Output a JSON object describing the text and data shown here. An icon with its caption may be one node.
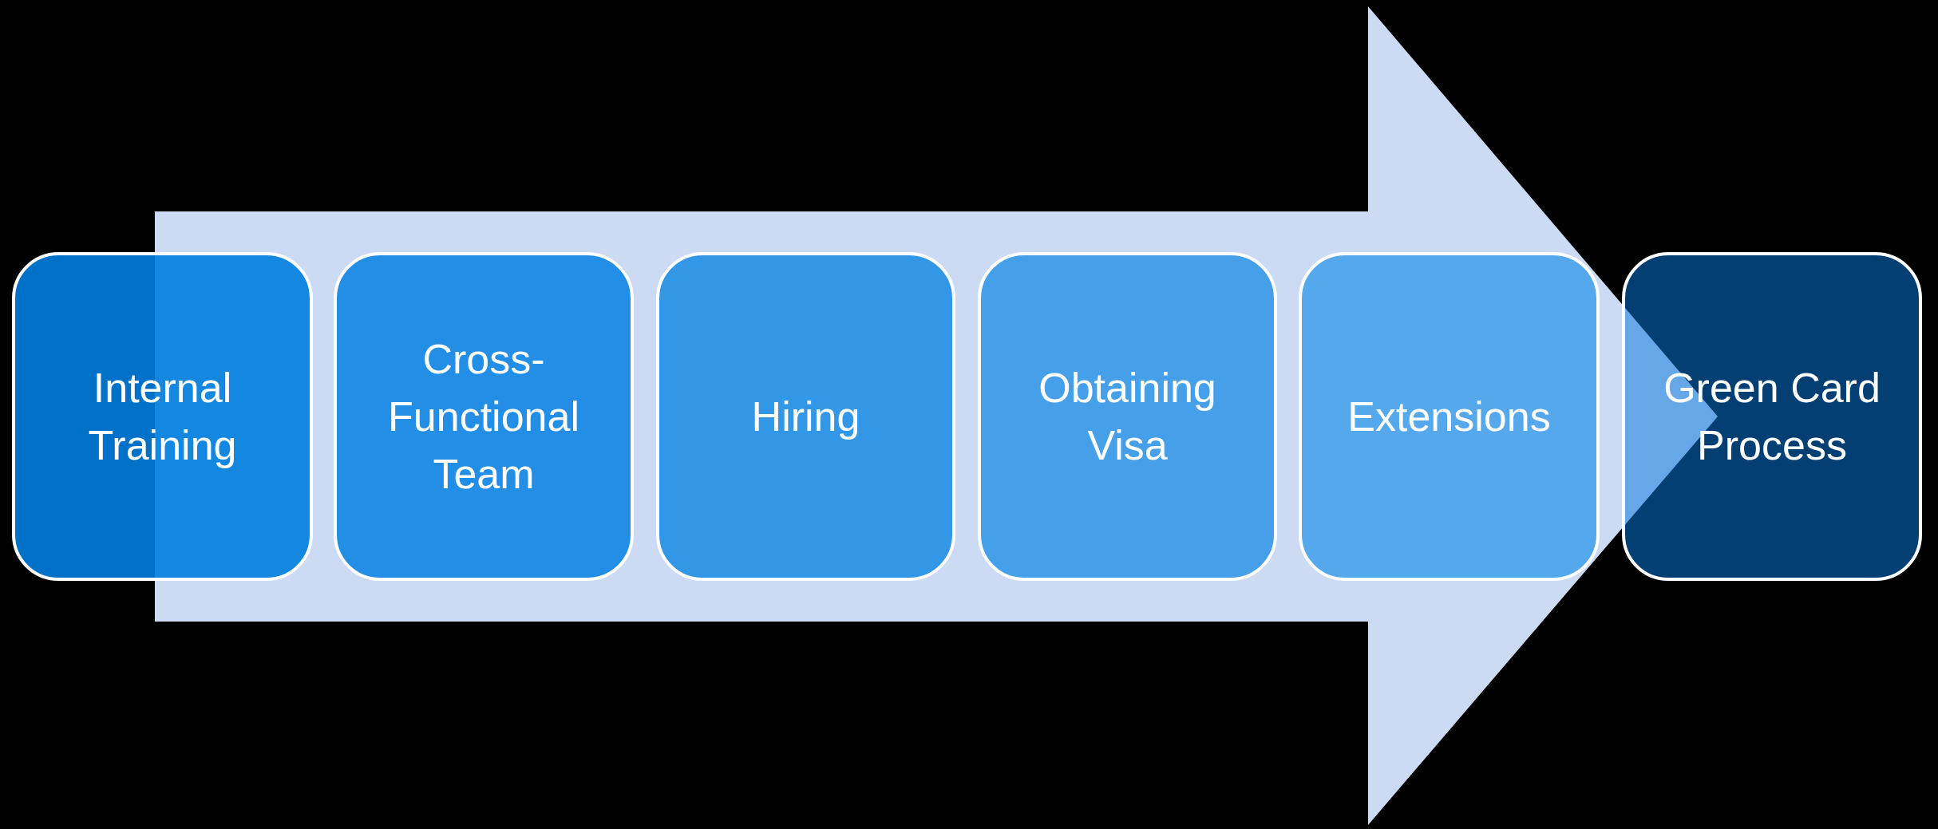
{
  "diagram": {
    "nodes": [
      {
        "text": [
          "Internal Training"
        ]
      },
      {
        "text": [
          "Cross-Functional Team"
        ]
      },
      {
        "text": [
          "Hiring"
        ]
      },
      {
        "text": [
          "Obtaining Visa"
        ]
      },
      {
        "text": [
          "Extensions"
        ]
      },
      {
        "text": [
          "Green Card Process"
        ]
      }
    ],
    "edges": [
      {
        "from": 0,
        "to": 5,
        "arrow": "to"
      }
    ]
  }
}
